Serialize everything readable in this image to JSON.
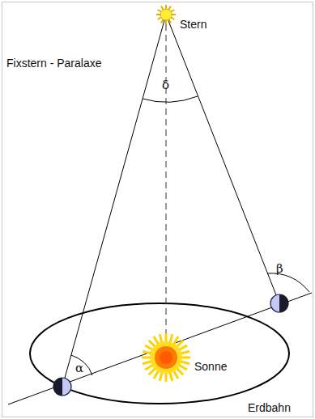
{
  "diagram": {
    "title": "Fixstern - Paralaxe",
    "labels": [
      "Stern",
      "δ",
      "β",
      "α",
      "Sonne",
      "Erdbahn"
    ]
  }
}
